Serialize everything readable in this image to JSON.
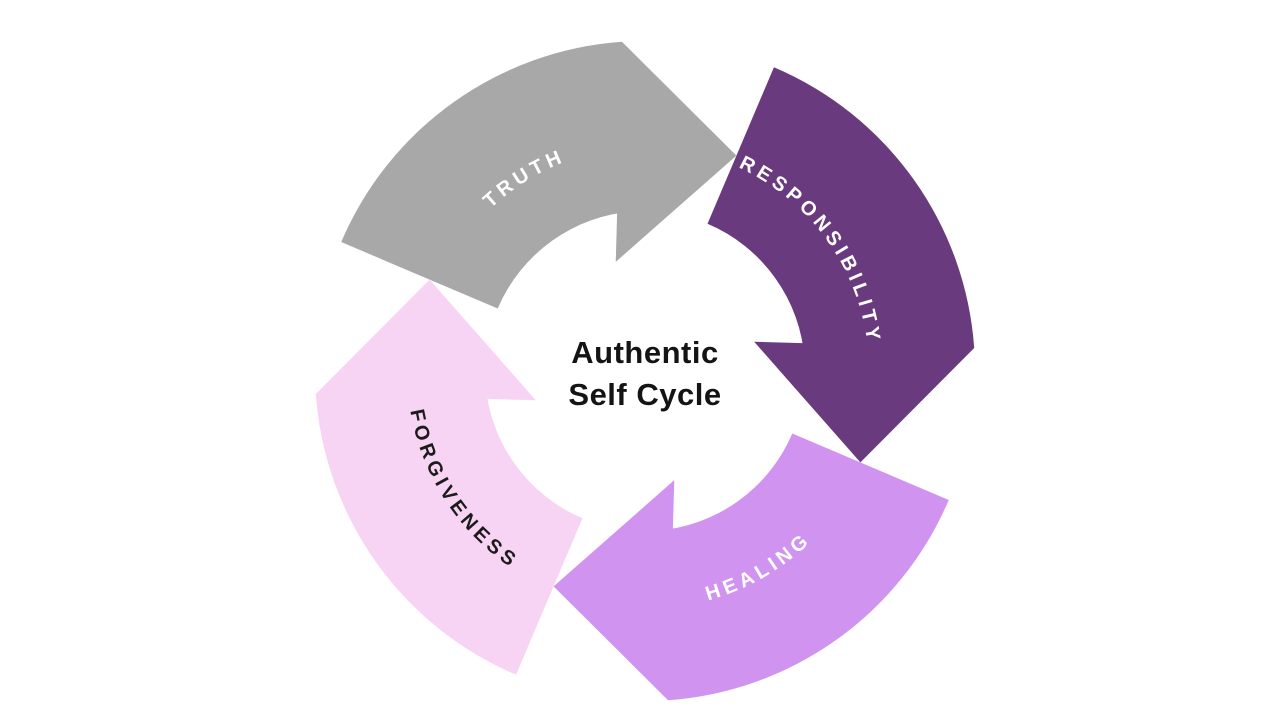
{
  "title": {
    "line1": "Authentic",
    "line2": "Self Cycle"
  },
  "diagram": {
    "type": "cycle",
    "direction": "clockwise",
    "background_color": "#ffffff",
    "segments": [
      {
        "label": "TRUTH",
        "color": "#a8a8a8",
        "label_color": "#ffffff"
      },
      {
        "label": "RESPONSIBILITY",
        "color": "#6a3a7e",
        "label_color": "#ffffff"
      },
      {
        "label": "HEALING",
        "color": "#d094f0",
        "label_color": "#ffffff"
      },
      {
        "label": "FORGIVENESS",
        "color": "#f8d4f4",
        "label_color": "#1b1b1b"
      }
    ]
  }
}
